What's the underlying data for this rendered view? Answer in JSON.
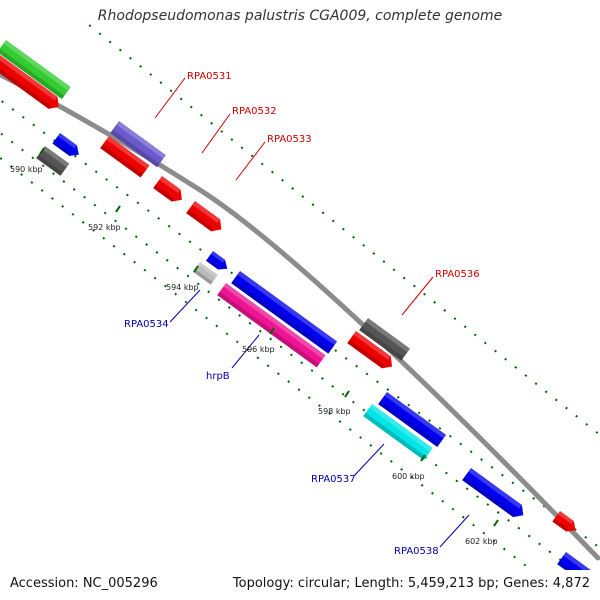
{
  "title": "Rhodopseudomonas palustris CGA009, complete genome",
  "footer": {
    "accession": "Accession: NC_005296",
    "topology": "Topology: circular; Length: 5,459,213 bp; Genes: 4,872"
  },
  "ticks": [
    "590 kbp",
    "592 kbp",
    "594 kbp",
    "596 kbp",
    "598 kbp",
    "600 kbp",
    "602 kbp"
  ],
  "labels": [
    {
      "text": "RPA0531",
      "color": "#cc0000"
    },
    {
      "text": "RPA0532",
      "color": "#cc0000"
    },
    {
      "text": "RPA0533",
      "color": "#cc0000"
    },
    {
      "text": "RPA0536",
      "color": "#cc0000"
    },
    {
      "text": "RPA0534",
      "color": "#0000aa"
    },
    {
      "text": "hrpB",
      "color": "#0000aa"
    },
    {
      "text": "RPA0537",
      "color": "#0000aa"
    },
    {
      "text": "RPA0538",
      "color": "#0000aa"
    }
  ],
  "colors": {
    "backbone": "#8c8c8c",
    "green": "#33cc33",
    "red": "#ee0000",
    "blue": "#0000ee",
    "purple": "#6a5acd",
    "gray": "#555555",
    "lightgray": "#bbbbbb",
    "magenta": "#ee1493",
    "cyan": "#00e5e5",
    "dash": "#006400"
  }
}
